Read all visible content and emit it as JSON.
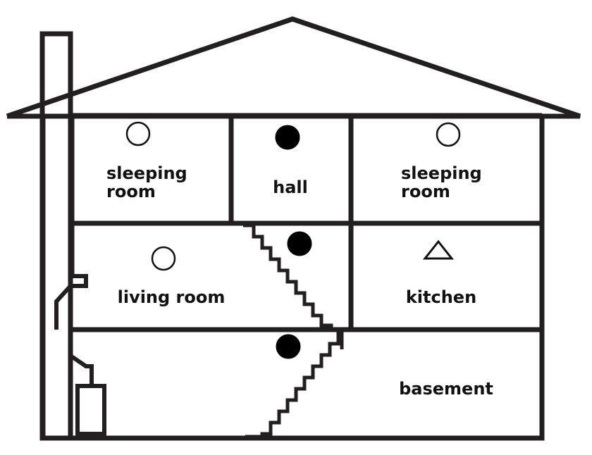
{
  "rooms": {
    "sleeping_room_left": [
      "sleeping",
      "room"
    ],
    "hall": "hall",
    "sleeping_room_right": [
      "sleeping",
      "room"
    ],
    "living_room": "living room",
    "kitchen": "kitchen",
    "basement": "basement"
  },
  "colors": {
    "line": "#231f20",
    "filled_marker": "#000000",
    "background": "#ffffff"
  },
  "markers": {
    "sleeping_room_left": "open-circle",
    "hall": "filled-circle",
    "sleeping_room_right": "open-circle",
    "stair_upper": "filled-circle",
    "living_room": "open-circle",
    "kitchen": "open-triangle",
    "stair_lower": "filled-circle"
  }
}
